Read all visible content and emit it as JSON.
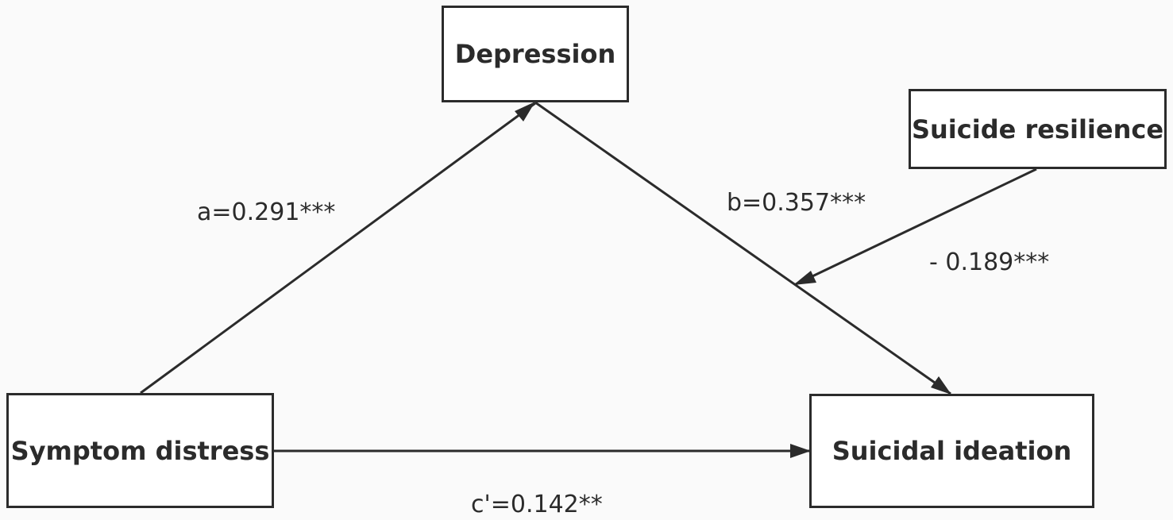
{
  "nodes": {
    "depression": "Depression",
    "resilience": "Suicide resilience",
    "symptom": "Symptom distress",
    "ideation": "Suicidal ideation"
  },
  "paths": {
    "a": "a=0.291***",
    "b": "b=0.357***",
    "moderation": "- 0.189***",
    "c_prime": "c'=0.142**"
  },
  "colors": {
    "stroke": "#2b2b2b",
    "background": "#fafafa",
    "box_fill": "#ffffff"
  }
}
